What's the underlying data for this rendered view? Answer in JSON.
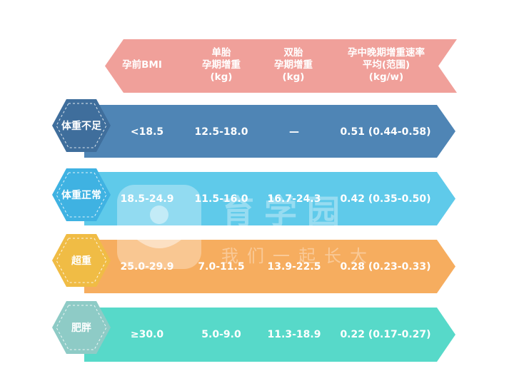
{
  "header": {
    "col1": "孕前BMI",
    "col2_line1": "单胎",
    "col2_line2": "孕期增重",
    "col2_line3": "(kg)",
    "col3_line1": "双胎",
    "col3_line2": "孕期增重",
    "col3_line3": "(kg)",
    "col4_line1": "孕中晚期增重速率",
    "col4_line2": "平均(范围)",
    "col4_line3": "(kg/w)"
  },
  "rows": [
    {
      "category": "体重不足",
      "bmi": "<18.5",
      "single": "12.5-18.0",
      "twin": "—",
      "rate": "0.51 (0.44-0.58)"
    },
    {
      "category": "体重正常",
      "bmi": "18.5-24.9",
      "single": "11.5-16.0",
      "twin": "16.7-24.3",
      "rate": "0.42 (0.35-0.50)"
    },
    {
      "category": "超重",
      "bmi": "25.0-29.9",
      "single": "7.0-11.5",
      "twin": "13.9-22.5",
      "rate": "0.28 (0.23-0.33)"
    },
    {
      "category": "肥胖",
      "bmi": "≥30.0",
      "single": "5.0-9.0",
      "twin": "11.3-18.9",
      "rate": "0.22 (0.17-0.27)"
    }
  ],
  "watermark": {
    "line1": "育学园",
    "line2": "我们一起长大"
  },
  "colors": {
    "header": "#f0a09a",
    "underweight_band": "#4f85b5",
    "underweight_hex": "#3f6e9c",
    "normal_band": "#5fcaea",
    "normal_hex": "#3fb2e2",
    "overweight_band": "#f6ad5f",
    "overweight_hex": "#f0bc45",
    "obese_band": "#57d9c9",
    "obese_hex": "#8ecbc6"
  }
}
